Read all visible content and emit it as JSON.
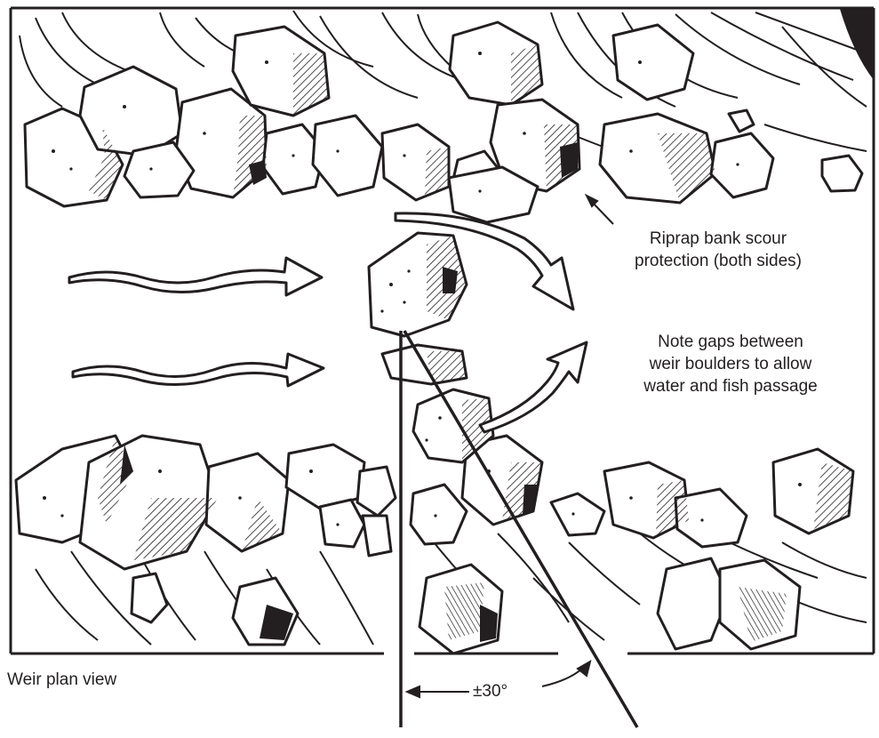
{
  "labels": {
    "riprap": [
      "Riprap bank scour",
      "protection (both sides)"
    ],
    "gaps": [
      "Note gaps between",
      "weir boulders to allow",
      "water and fish passage"
    ],
    "view_title": "Weir plan view",
    "angle": "±30°"
  },
  "colors": {
    "ink": "#231f20",
    "paper": "#ffffff"
  }
}
